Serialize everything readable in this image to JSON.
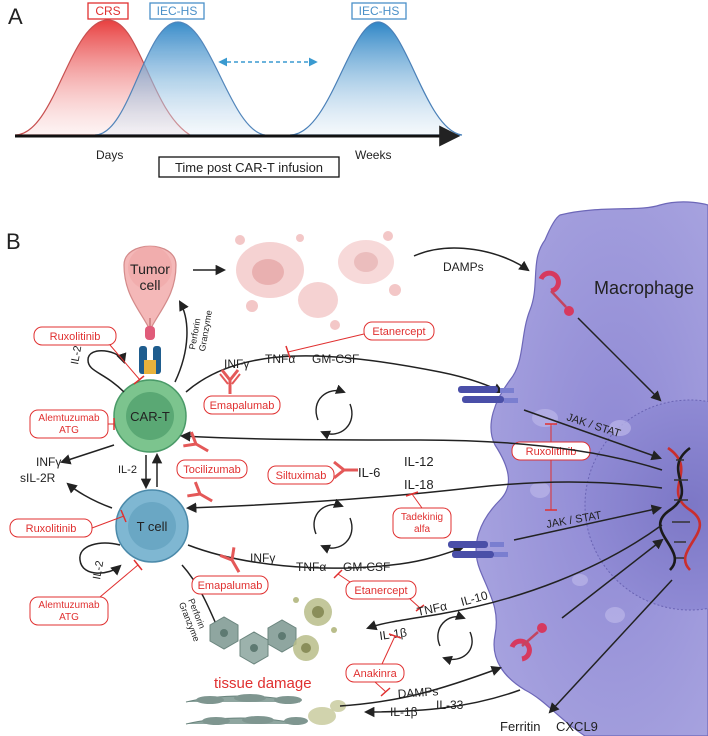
{
  "panel_a": {
    "label": "A",
    "crs_label": "CRS",
    "iec_early_label": "IEC-HS",
    "iec_late_label": "IEC-HS",
    "days_label": "Days",
    "weeks_label": "Weeks",
    "axis_title": "Time post CAR-T infusion"
  },
  "panel_b": {
    "label": "B",
    "tumor_cell": "Tumor\ncell",
    "car_t": "CAR-T",
    "t_cell": "T cell",
    "macrophage": "Macrophage",
    "damps_top": "DAMPs",
    "perforin_top": "Perforin\nGranzyme",
    "perforin_bottom": "Perforin\nGranzyme",
    "il2_car": "IL-2",
    "il2_mid": "IL-2",
    "il2_tcell": "IL-2",
    "infg_left": "INFγ",
    "sil2r": "sIL-2R",
    "top_cytokines": {
      "infg": "INFγ",
      "tnfa": "TNFα",
      "gmcsf": "GM-CSF"
    },
    "mid_cytokines": {
      "infg": "INFγ",
      "tnfa": "TNFα",
      "gmcsf": "GM-CSF"
    },
    "il6": "IL-6",
    "il12": "IL-12",
    "il18": "IL-18",
    "jak_stat_top": "JAK / STAT",
    "jak_stat_bottom": "JAK / STAT",
    "il1b_top": "IL-1β",
    "tnfa_bottom": "TNFα",
    "il10": "IL-10",
    "damps_bottom": "DAMPs",
    "il1b_bottom": "IL-1β",
    "il33": "IL-33",
    "tissue_damage": "tissue damage",
    "ferritin": "Ferritin",
    "cxcl9": "CXCL9",
    "drugs": {
      "ruxolitinib_1": "Ruxolitinib",
      "etanercept_1": "Etanercept",
      "emapalumab_1": "Emapalumab",
      "alemtuzumab_1": "Alemtuzumab\nATG",
      "tocilizumab": "Tocilizumab",
      "siltuximab": "Siltuximab",
      "ruxolitinib_2": "Ruxolitinib",
      "tadekinig": "Tadekinig\nalfa",
      "ruxolitinib_3": "Ruxolitinib",
      "emapalumab_2": "Emapalumab",
      "etanercept_2": "Etanercept",
      "alemtuzumab_2": "Alemtuzumab\nATG",
      "anakinra": "Anakinra"
    }
  },
  "colors": {
    "crs_red": "#e04848",
    "iec_blue": "#4a90c8",
    "macrophage": "#9c97d8",
    "car_t_green": "#5fae7a",
    "t_cell_blue": "#6aa9c8",
    "drug_red": "#e03030"
  }
}
